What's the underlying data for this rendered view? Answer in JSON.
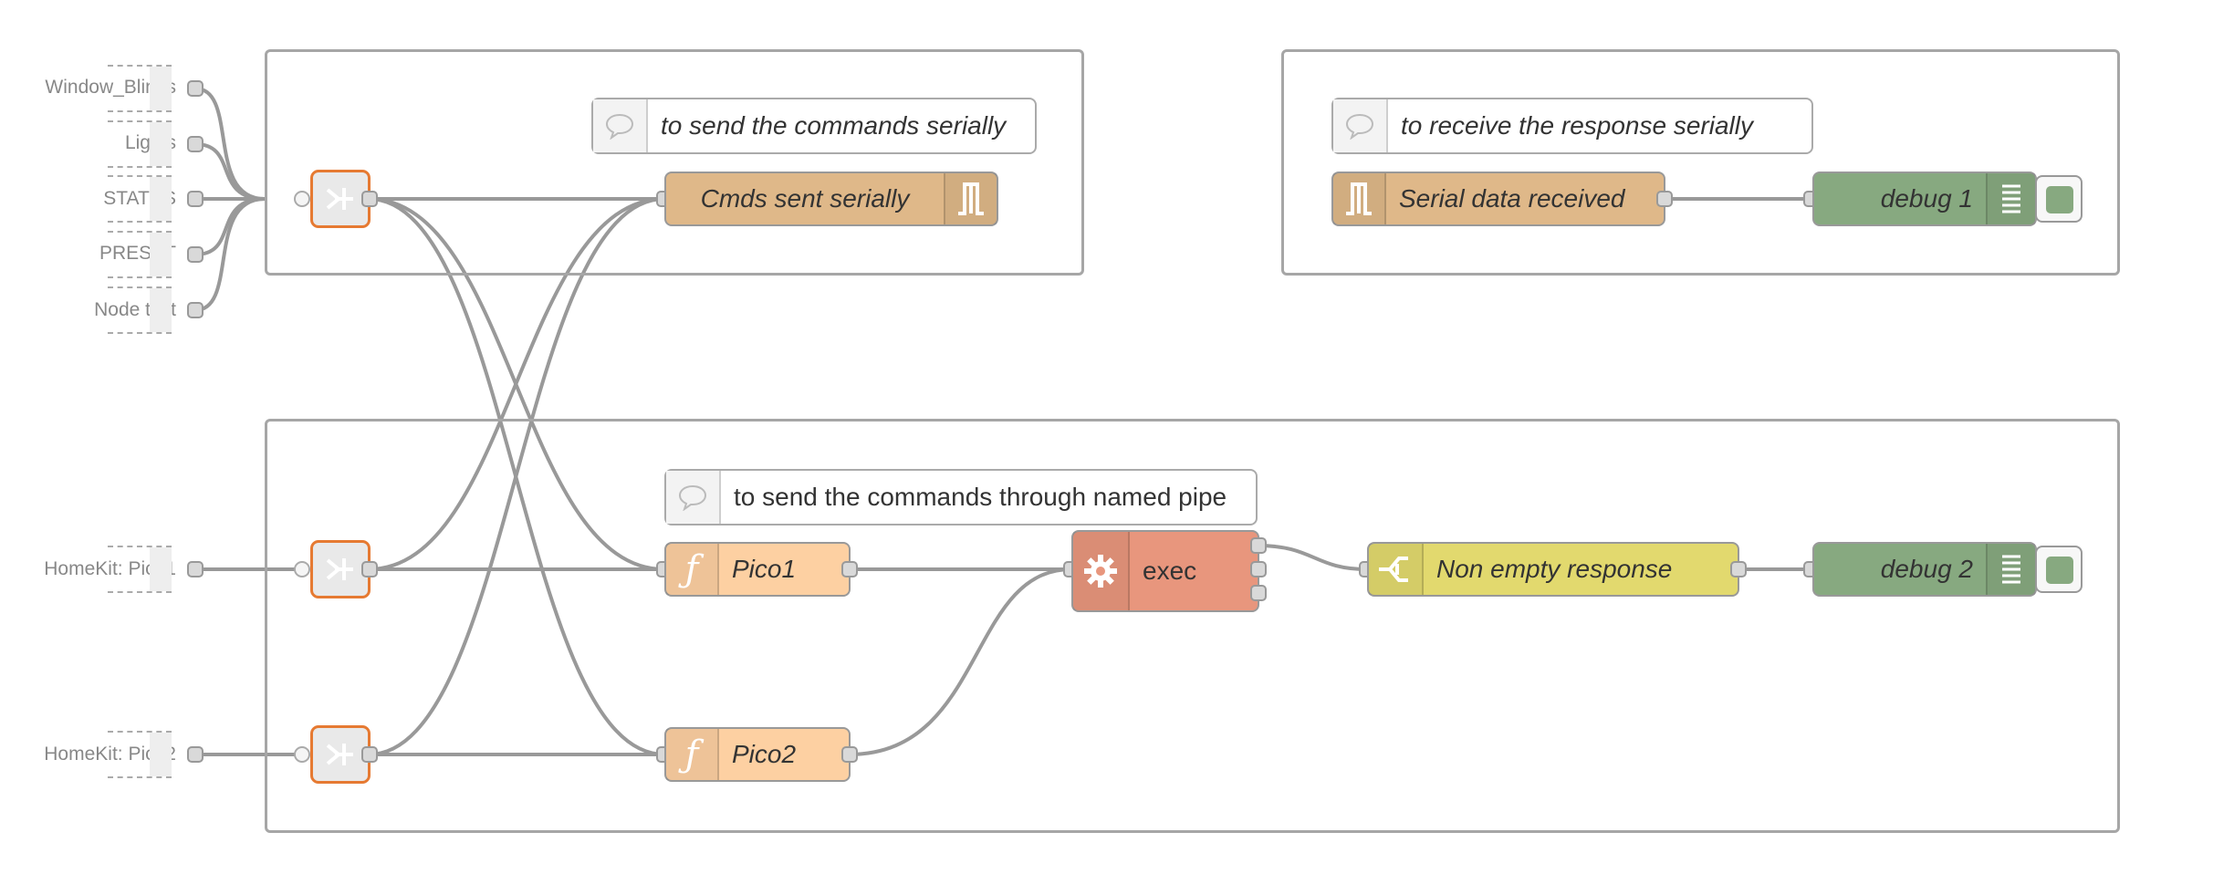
{
  "colors": {
    "serial": "#dfb889",
    "debug": "#87a980",
    "function": "#fdd0a2",
    "exec": "#e8967d",
    "switch": "#e2d96e",
    "link_border": "#e67a32",
    "wire": "#999999"
  },
  "icons": {
    "comment": "comment-icon",
    "serial": "serial-port-icon",
    "debug": "debug-list-icon",
    "function": "function-icon",
    "exec": "gear-icon",
    "switch": "switch-icon",
    "link": "link-in-icon"
  },
  "inputs": {
    "window_blinds": "Window_Blinds",
    "lights": "Lights",
    "status": "STATUS",
    "preset": "PRESET",
    "node_test": "Node test",
    "pico1": "HomeKit: Pico1",
    "pico2": "HomeKit: Pico2"
  },
  "nodes": {
    "comment_send_serial": "to send the commands serially",
    "cmds_sent_serially": "Cmds sent serially",
    "comment_receive_serial": "to receive the response serially",
    "serial_data_received": "Serial data received",
    "debug1": "debug 1",
    "comment_named_pipe": "to send the commands through named pipe",
    "pico1": "Pico1",
    "pico2": "Pico2",
    "exec": "exec",
    "non_empty": "Non empty response",
    "debug2": "debug 2"
  }
}
